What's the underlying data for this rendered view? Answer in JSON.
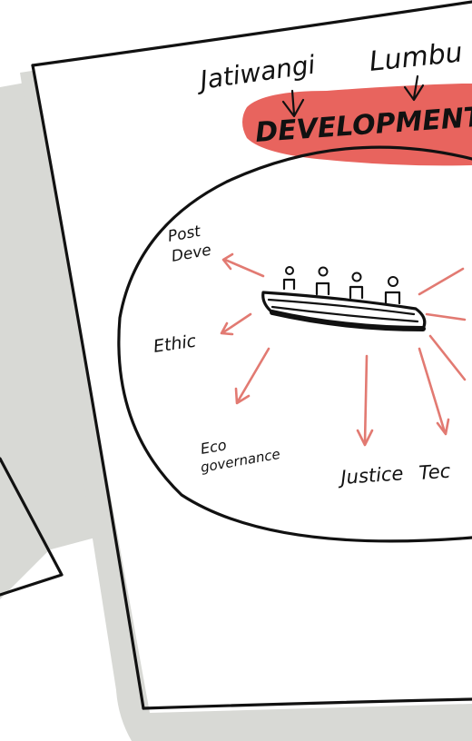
{
  "header": {
    "place_left": "Jatiwangi",
    "place_right": "Lumbu",
    "banner_text": "DEVELOPMENT"
  },
  "branches": {
    "post_development_line1": "Post",
    "post_development_line2": "Deve",
    "ethic": "Ethic",
    "eco_governance_line1": "Eco",
    "eco_governance_line2": "governance",
    "justice": "Justice",
    "tech_fragment": "Tec"
  },
  "colors": {
    "ink": "#111111",
    "highlight": "#e8645e",
    "arrow": "#e27a72",
    "paper_shadow": "#d8d9d5",
    "paper": "#ffffff"
  },
  "icons": {
    "centerpiece": "boat-with-passengers-icon"
  }
}
